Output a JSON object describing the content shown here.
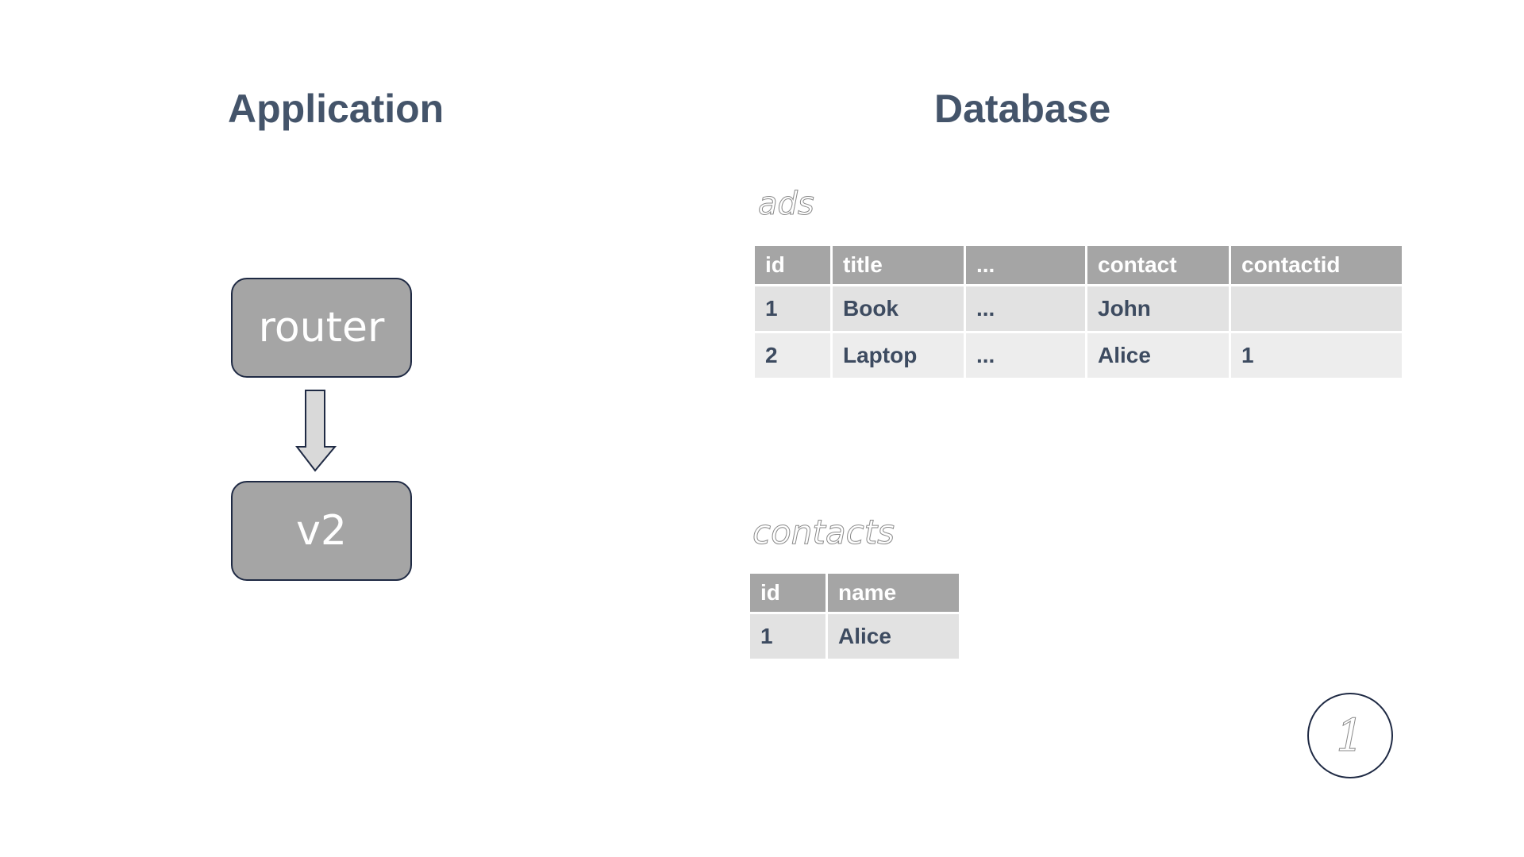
{
  "headings": {
    "application": "Application",
    "database": "Database"
  },
  "app": {
    "boxes": [
      {
        "label": "router"
      },
      {
        "label": "v2"
      }
    ]
  },
  "tables": {
    "ads": {
      "label": "ads",
      "columns": [
        "id",
        "title",
        "...",
        "contact",
        "contactid"
      ],
      "rows": [
        [
          "1",
          "Book",
          "...",
          "John",
          ""
        ],
        [
          "2",
          "Laptop",
          "...",
          "Alice",
          "1"
        ]
      ]
    },
    "contacts": {
      "label": "contacts",
      "columns": [
        "id",
        "name"
      ],
      "rows": [
        [
          "1",
          "Alice"
        ]
      ]
    }
  },
  "page_number": "1",
  "colors": {
    "heading": "#44546A",
    "box_fill": "#A5A5A5",
    "border": "#1F2A44",
    "header_fill": "#A5A5A5",
    "row_fill_1": "#E2E2E2",
    "row_fill_2": "#EDEDED"
  }
}
